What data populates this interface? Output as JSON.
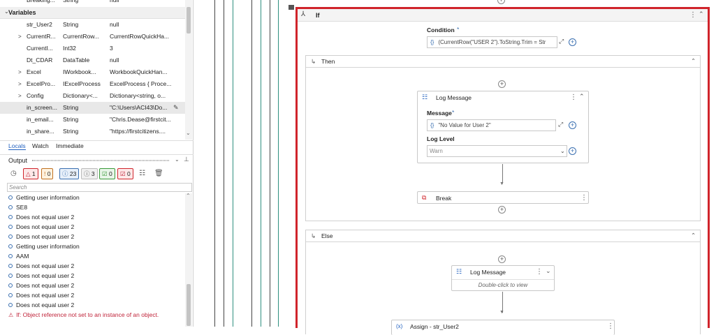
{
  "variables": {
    "top_row": {
      "name": "Breaking...",
      "type": "String",
      "default": "null"
    },
    "section_label": "Variables",
    "rows": [
      {
        "name": "str_User2",
        "type": "String",
        "default": "null",
        "expand": ""
      },
      {
        "name": "CurrentR...",
        "type": "CurrentRow...",
        "default": "CurrentRowQuickHa...",
        "expand": ">"
      },
      {
        "name": "CurrentI...",
        "type": "Int32",
        "default": "3",
        "expand": ""
      },
      {
        "name": "Dt_CDAR",
        "type": "DataTable",
        "default": "null",
        "expand": ""
      },
      {
        "name": "Excel",
        "type": "IWorkbook...",
        "default": "WorkbookQuickHan...",
        "expand": ">"
      },
      {
        "name": "ExcelPro...",
        "type": "IExcelProcess",
        "default": "ExcelProcess { Proce...",
        "expand": ">"
      },
      {
        "name": "Config",
        "type": "Dictionary<...",
        "default": "Dictionary<string, o...",
        "expand": ">"
      },
      {
        "name": "in_screen...",
        "type": "String",
        "default": "\"C:\\Users\\ACI43\\Do...",
        "expand": ""
      },
      {
        "name": "in_email...",
        "type": "String",
        "default": "\"Chris.Dease@firstcit...",
        "expand": ""
      },
      {
        "name": "in_share...",
        "type": "String",
        "default": "\"https://firstcitizens....",
        "expand": ""
      }
    ]
  },
  "tabs": {
    "locals": "Locals",
    "watch": "Watch",
    "immediate": "Immediate"
  },
  "output": {
    "title": "Output",
    "filters": {
      "warning": "1",
      "error": "0",
      "info": "23",
      "trace": "3",
      "success": "0",
      "fatal": "0"
    },
    "search_placeholder": "Search",
    "lines": [
      "Getting user information",
      "SE8",
      "Does not equal user 2",
      "Does not equal user 2",
      "Does not equal user 2",
      "Getting user information",
      "AAM",
      "Does not equal user 2",
      "Does not equal user 2",
      "Does not equal user 2",
      "Does not equal user 2",
      "Does not equal user 2"
    ],
    "error_line": "If: Object reference not set to an instance of an object."
  },
  "designer": {
    "if_title": "If",
    "condition_label": "Condition",
    "condition_value": "(CurrentRow(\"USER 2\").ToString.Trim = Str",
    "then_label": "Then",
    "else_label": "Else",
    "log1": {
      "title": "Log Message",
      "message_label": "Message",
      "message_value": "\"No Value for User 2\"",
      "level_label": "Log Level",
      "level_value": "Warn"
    },
    "break_label": "Break",
    "log2": {
      "title": "Log Message",
      "hint": "Double-click to view"
    },
    "assign_label": "Assign - str_User2",
    "required_mark": "*",
    "expr_icon": "{}",
    "assign_icon": "(x)"
  },
  "colors": {
    "if_border": "#d0242b",
    "accent": "#3a6fb0"
  }
}
